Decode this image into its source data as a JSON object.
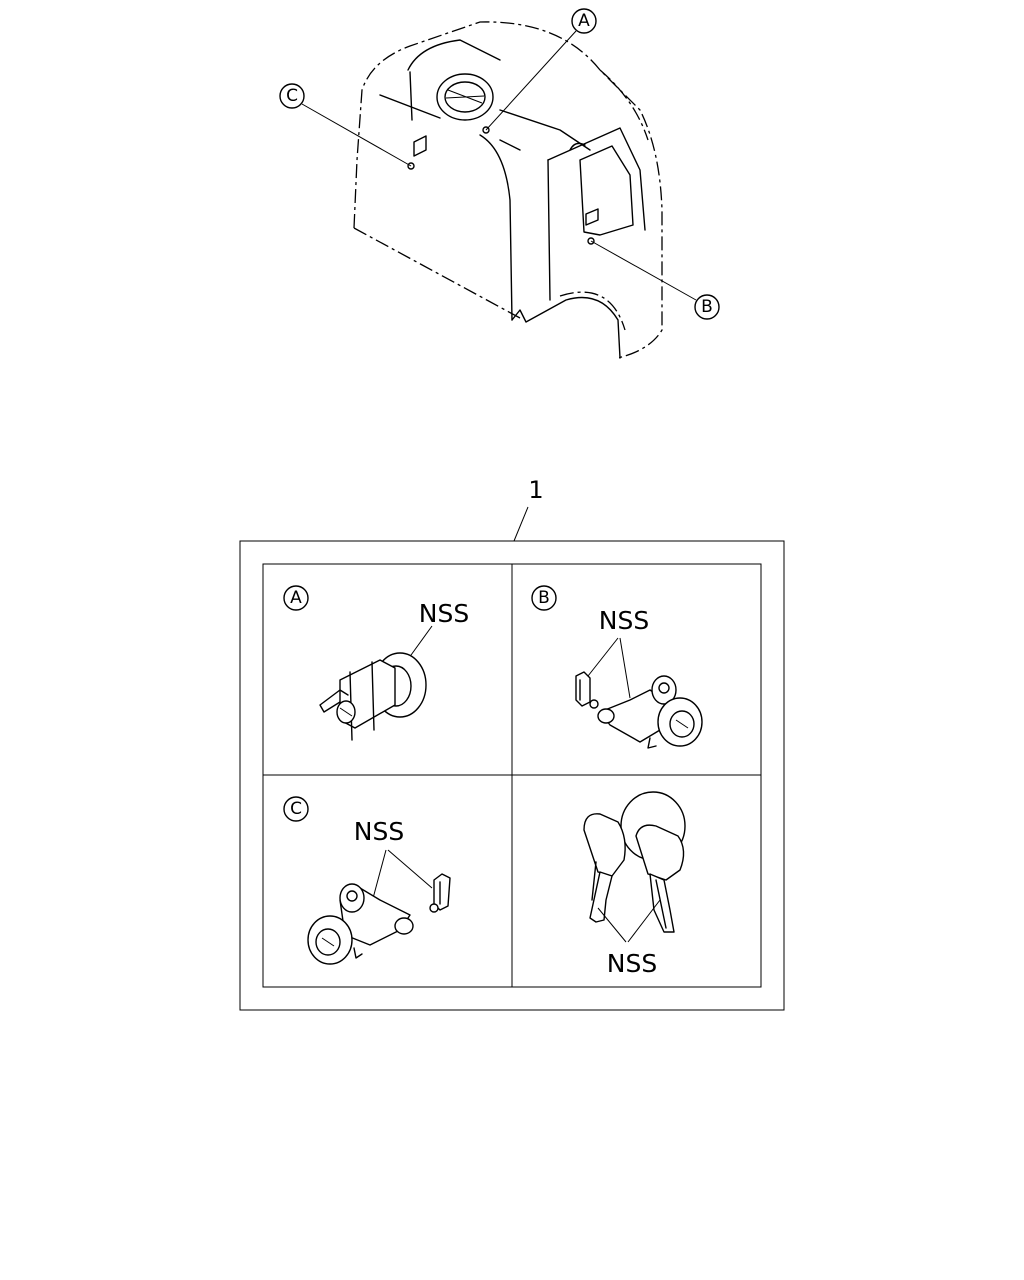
{
  "callouts": {
    "a": "A",
    "b": "B",
    "c": "C"
  },
  "kit": {
    "number": "1",
    "panel_a": {
      "label": "A",
      "nss": "NSS"
    },
    "panel_b": {
      "label": "B",
      "nss": "NSS"
    },
    "panel_c": {
      "label": "C",
      "nss": "NSS"
    },
    "panel_keys": {
      "nss": "NSS"
    }
  }
}
